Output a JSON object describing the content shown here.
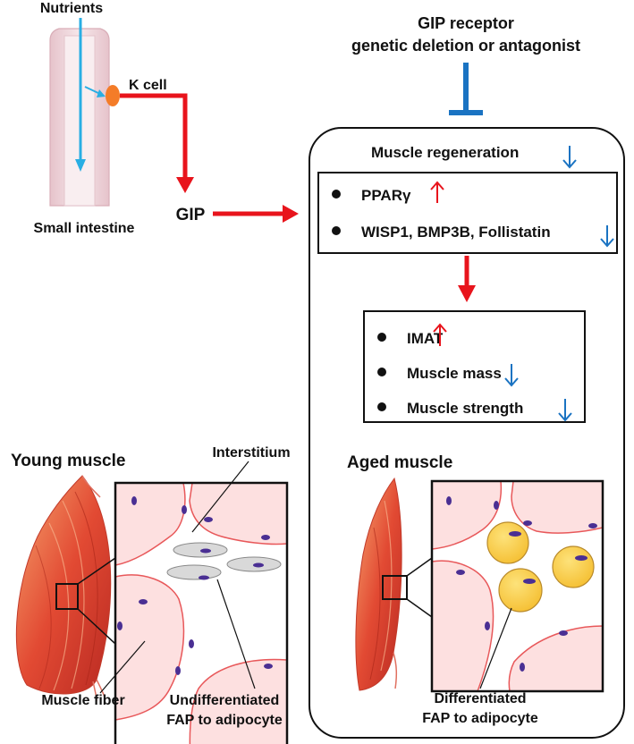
{
  "labels": {
    "nutrients": "Nutrients",
    "k_cell": "K cell",
    "small_intestine": "Small intestine",
    "gip": "GIP",
    "gip_receptor_line1": "GIP receptor",
    "gip_receptor_line2": "genetic deletion or antagonist",
    "muscle_regeneration": "Muscle regeneration",
    "ppar": "PPARγ",
    "wisp": "WISP1, BMP3B, Follistatin",
    "imat": "IMAT",
    "muscle_mass": "Muscle mass",
    "muscle_strength": "Muscle strength",
    "young_muscle": "Young muscle",
    "aged_muscle": "Aged muscle",
    "interstitium": "Interstitium",
    "muscle_fiber": "Muscle fiber",
    "undiff_line1": "Undifferentiated",
    "undiff_line2": "FAP to adipocyte",
    "diff_line1": "Differentiated",
    "diff_line2": "FAP to adipocyte"
  },
  "indicators": {
    "muscle_regeneration": "down",
    "ppar": "up",
    "wisp": "down",
    "imat": "up",
    "muscle_mass": "down",
    "muscle_strength": "down"
  },
  "colors": {
    "red_arrow": "#e8141c",
    "blue": "#1a73c2",
    "light_blue": "#29aee3",
    "intestine": "#ecd0d6",
    "intestine_edge": "#d9aeb8",
    "k_cell": "#f47c28",
    "fiber_fill": "#fde0e0",
    "fiber_edge": "#e8585a",
    "nucleus": "#4a2f93",
    "fap_fill": "#d9d9d9",
    "adipocyte_fill": "#fbcd43",
    "adipocyte_edge": "#b98a2a",
    "muscle_dark": "#d9352a",
    "muscle_light": "#f39b63"
  }
}
